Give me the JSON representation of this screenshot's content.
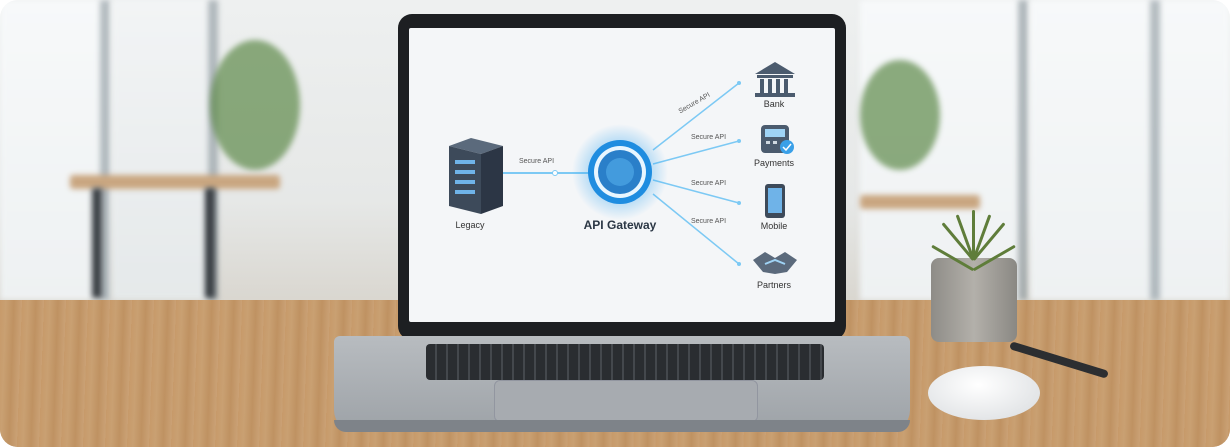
{
  "diagram": {
    "gateway_label": "API Gateway",
    "source": {
      "label": "Legacy",
      "connector_label": "Secure API",
      "icon": "server-rack-icon"
    },
    "targets": [
      {
        "label": "Bank",
        "connector_label": "Secure API",
        "icon": "bank-icon"
      },
      {
        "label": "Payments",
        "connector_label": "Secure API",
        "icon": "payment-terminal-icon"
      },
      {
        "label": "Mobile",
        "connector_label": "Secure API",
        "icon": "smartphone-icon"
      },
      {
        "label": "Partners",
        "connector_label": "Secure API",
        "icon": "handshake-icon"
      }
    ]
  },
  "colors": {
    "accent": "#2e9be6",
    "glow": "#6cc6ff",
    "screen_bg": "#f4f6f8"
  }
}
